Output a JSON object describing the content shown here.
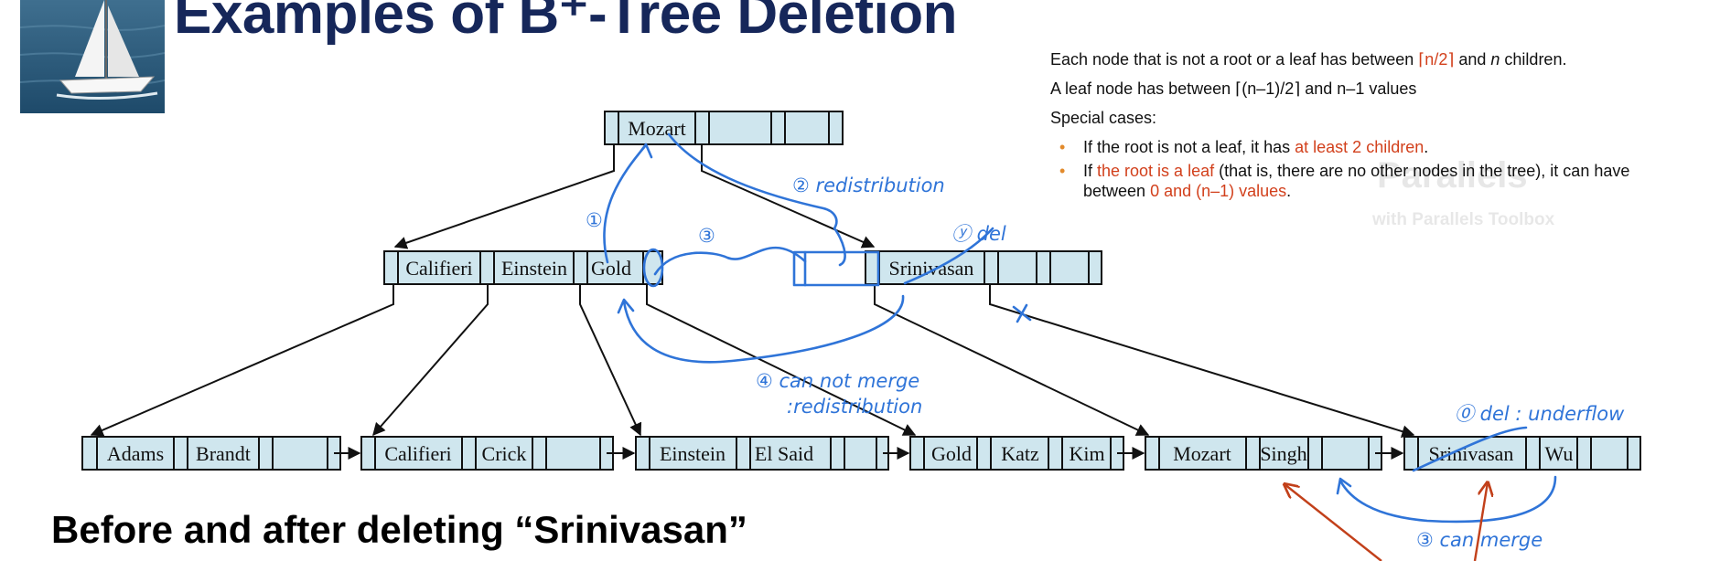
{
  "title": "Examples of B⁺-Tree Deletion",
  "caption": "Before and after deleting “Srinivasan”",
  "rules": {
    "line1_a": "Each node that is not a root or a leaf has between ",
    "line1_ceil": "⌈n/2⌉",
    "line1_b": " and ",
    "line1_n": "n",
    "line1_c": " children.",
    "line2_a": "A leaf node has between ",
    "line2_ceil": "⌈(n–1)/2⌉",
    "line2_b": " and ",
    "line2_c": "n–1 values",
    "special": "Special cases:",
    "bullet1_a": "If the root is not a leaf, it has ",
    "bullet1_red": "at least 2 children",
    "bullet1_b": ".",
    "bullet2_a": "If ",
    "bullet2_red1": "the root is a leaf",
    "bullet2_b": " (that is, there are no other nodes in the tree), it can have between ",
    "bullet2_red2": "0 and (n–1) values",
    "bullet2_c": "."
  },
  "watermark": {
    "logo": "Parallels",
    "text": "with Parallels Toolbox"
  },
  "tree": {
    "root": [
      "Mozart",
      "",
      ""
    ],
    "internal_left": [
      "Califieri",
      "Einstein",
      "Gold"
    ],
    "internal_right": [
      "Srinivasan",
      "",
      ""
    ],
    "leaves": [
      [
        "Adams",
        "Brandt",
        ""
      ],
      [
        "Califieri",
        "Crick",
        ""
      ],
      [
        "Einstein",
        "El Said",
        ""
      ],
      [
        "Gold",
        "Katz",
        "Kim"
      ],
      [
        "Mozart",
        "Singh",
        ""
      ],
      [
        "Srinivasan",
        "Wu",
        ""
      ]
    ]
  },
  "annotations": {
    "step1": "①",
    "step2": "② redistribution",
    "step3": "③",
    "step7": "ⓨ del",
    "step4a": "④ can not merge",
    "step4b": ":redistribution",
    "step0": "⓪ del : underflow",
    "step3b": "③ can merge",
    "cross": "x"
  },
  "colors": {
    "title": "#16275a",
    "node_fill": "#cfe6ee",
    "ink": "#2f74d8",
    "highlight_red": "#d2401c",
    "bullet": "#e28a2b"
  }
}
